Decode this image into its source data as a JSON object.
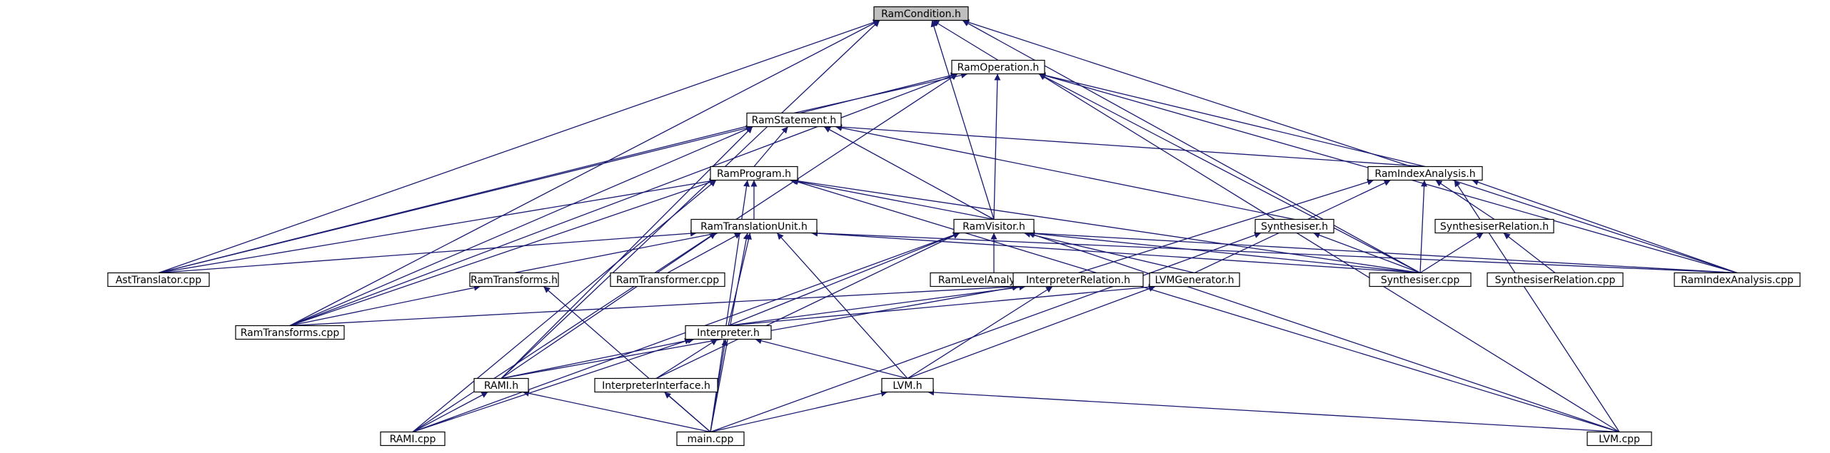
{
  "colors": {
    "edge": "#191970",
    "root_fill": "#bfbfbf",
    "node_fill": "#ffffff",
    "node_border": "#000000"
  },
  "nodes": {
    "ram_condition_h": "RamCondition.h",
    "ram_operation_h": "RamOperation.h",
    "ram_statement_h": "RamStatement.h",
    "ram_program_h": "RamProgram.h",
    "ram_index_analysis_h": "RamIndexAnalysis.h",
    "ram_translation_unit_h": "RamTranslationUnit.h",
    "ram_visitor_h": "RamVisitor.h",
    "synthesiser_h": "Synthesiser.h",
    "synthesiser_relation_h": "SynthesiserRelation.h",
    "ast_translator_cpp": "AstTranslator.cpp",
    "ram_transforms_h": "RamTransforms.h",
    "ram_transformer_cpp": "RamTransformer.cpp",
    "ram_level_analysis_cpp": "RamLevelAnalysis.cpp",
    "interpreter_relation_h": "InterpreterRelation.h",
    "lvm_generator_h": "LVMGenerator.h",
    "synthesiser_cpp": "Synthesiser.cpp",
    "synthesiser_relation_cpp": "SynthesiserRelation.cpp",
    "ram_index_analysis_cpp": "RamIndexAnalysis.cpp",
    "ram_transforms_cpp": "RamTransforms.cpp",
    "interpreter_h": "Interpreter.h",
    "rami_h": "RAMI.h",
    "interpreter_interface_h": "InterpreterInterface.h",
    "lvm_h": "LVM.h",
    "rami_cpp": "RAMI.cpp",
    "main_cpp": "main.cpp",
    "lvm_cpp": "LVM.cpp"
  },
  "edges": [
    [
      "ram_condition_h",
      "ram_operation_h"
    ],
    [
      "ram_condition_h",
      "ram_visitor_h"
    ],
    [
      "ram_condition_h",
      "ast_translator_cpp"
    ],
    [
      "ram_condition_h",
      "ram_transforms_cpp"
    ],
    [
      "ram_condition_h",
      "rami_h"
    ],
    [
      "ram_condition_h",
      "synthesiser_cpp"
    ],
    [
      "ram_condition_h",
      "ram_index_analysis_cpp"
    ],
    [
      "ram_operation_h",
      "ram_statement_h"
    ],
    [
      "ram_operation_h",
      "ram_visitor_h"
    ],
    [
      "ram_operation_h",
      "ram_index_analysis_h"
    ],
    [
      "ram_operation_h",
      "synthesiser_cpp"
    ],
    [
      "ram_operation_h",
      "ram_index_analysis_cpp"
    ],
    [
      "ram_operation_h",
      "ast_translator_cpp"
    ],
    [
      "ram_operation_h",
      "ram_transforms_cpp"
    ],
    [
      "ram_operation_h",
      "rami_cpp"
    ],
    [
      "ram_operation_h",
      "lvm_cpp"
    ],
    [
      "ram_statement_h",
      "ram_program_h"
    ],
    [
      "ram_statement_h",
      "ram_index_analysis_h"
    ],
    [
      "ram_statement_h",
      "synthesiser_h"
    ],
    [
      "ram_statement_h",
      "ram_visitor_h"
    ],
    [
      "ram_statement_h",
      "ast_translator_cpp"
    ],
    [
      "ram_statement_h",
      "ram_transforms_cpp"
    ],
    [
      "ram_statement_h",
      "rami_h"
    ],
    [
      "ram_program_h",
      "ram_translation_unit_h"
    ],
    [
      "ram_program_h",
      "ram_visitor_h"
    ],
    [
      "ram_program_h",
      "ast_translator_cpp"
    ],
    [
      "ram_program_h",
      "ram_transforms_cpp"
    ],
    [
      "ram_program_h",
      "rami_cpp"
    ],
    [
      "ram_program_h",
      "main_cpp"
    ],
    [
      "ram_program_h",
      "synthesiser_cpp"
    ],
    [
      "ram_program_h",
      "lvm_cpp"
    ],
    [
      "ram_index_analysis_h",
      "synthesiser_relation_h"
    ],
    [
      "ram_index_analysis_h",
      "synthesiser_cpp"
    ],
    [
      "ram_index_analysis_h",
      "ram_index_analysis_cpp"
    ],
    [
      "ram_index_analysis_h",
      "interpreter_relation_h"
    ],
    [
      "ram_index_analysis_h",
      "lvm_generator_h"
    ],
    [
      "ram_index_analysis_h",
      "lvm_cpp"
    ],
    [
      "ram_translation_unit_h",
      "ast_translator_cpp"
    ],
    [
      "ram_translation_unit_h",
      "ram_transforms_h"
    ],
    [
      "ram_translation_unit_h",
      "ram_transformer_cpp"
    ],
    [
      "ram_translation_unit_h",
      "interpreter_h"
    ],
    [
      "ram_translation_unit_h",
      "lvm_h"
    ],
    [
      "ram_translation_unit_h",
      "main_cpp"
    ],
    [
      "ram_translation_unit_h",
      "rami_h"
    ],
    [
      "ram_translation_unit_h",
      "synthesiser_cpp"
    ],
    [
      "ram_translation_unit_h",
      "ram_index_analysis_cpp"
    ],
    [
      "ram_visitor_h",
      "ram_level_analysis_cpp"
    ],
    [
      "ram_visitor_h",
      "lvm_generator_h"
    ],
    [
      "ram_visitor_h",
      "synthesiser_cpp"
    ],
    [
      "ram_visitor_h",
      "ram_index_analysis_cpp"
    ],
    [
      "ram_visitor_h",
      "lvm_cpp"
    ],
    [
      "ram_visitor_h",
      "rami_cpp"
    ],
    [
      "ram_visitor_h",
      "interpreter_h"
    ],
    [
      "ram_visitor_h",
      "interpreter_interface_h"
    ],
    [
      "synthesiser_h",
      "synthesiser_cpp"
    ],
    [
      "synthesiser_h",
      "main_cpp"
    ],
    [
      "synthesiser_relation_h",
      "synthesiser_cpp"
    ],
    [
      "synthesiser_relation_h",
      "synthesiser_relation_cpp"
    ],
    [
      "ram_transforms_h",
      "ram_transforms_cpp"
    ],
    [
      "ram_transforms_h",
      "main_cpp"
    ],
    [
      "interpreter_relation_h",
      "interpreter_h"
    ],
    [
      "interpreter_relation_h",
      "rami_h"
    ],
    [
      "interpreter_relation_h",
      "lvm_h"
    ],
    [
      "interpreter_relation_h",
      "ram_transforms_cpp"
    ],
    [
      "lvm_generator_h",
      "interpreter_h"
    ],
    [
      "lvm_generator_h",
      "lvm_h"
    ],
    [
      "interpreter_h",
      "rami_h"
    ],
    [
      "interpreter_h",
      "interpreter_interface_h"
    ],
    [
      "interpreter_h",
      "lvm_h"
    ],
    [
      "interpreter_h",
      "main_cpp"
    ],
    [
      "interpreter_h",
      "rami_cpp"
    ],
    [
      "rami_h",
      "rami_cpp"
    ],
    [
      "rami_h",
      "main_cpp"
    ],
    [
      "interpreter_interface_h",
      "main_cpp"
    ],
    [
      "lvm_h",
      "main_cpp"
    ],
    [
      "lvm_h",
      "lvm_cpp"
    ]
  ]
}
